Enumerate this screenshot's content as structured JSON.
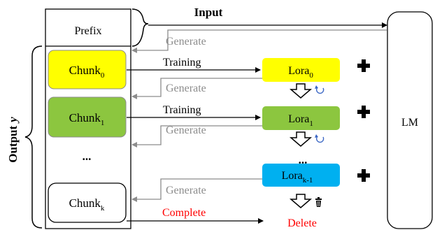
{
  "input_label": "Input",
  "output_label": "Output",
  "output_symbol": "y",
  "prefix_label": "Prefix",
  "lm_label": "LM",
  "ellipsis": "...",
  "chunks": [
    {
      "name": "Chunk",
      "sub": "0",
      "fill": "#ffff00"
    },
    {
      "name": "Chunk",
      "sub": "1",
      "fill": "#8cc63f"
    },
    {
      "name": "Chunk",
      "sub": "k",
      "fill": "#ffffff"
    }
  ],
  "loras": [
    {
      "name": "Lora",
      "sub": "0",
      "fill": "#ffff00"
    },
    {
      "name": "Lora",
      "sub": "1",
      "fill": "#8cc63f"
    },
    {
      "name": "Lora",
      "sub": "k-1",
      "fill": "#00b0f0"
    }
  ],
  "generate_label": "Generate",
  "training_label": "Training",
  "complete_label": "Complete",
  "delete_label": "Delete",
  "colors": {
    "gray_text": "#8c8c8c",
    "red_text": "#ff0000",
    "plus": "#000000",
    "refresh": "#3a66c4"
  },
  "icons": {
    "plus": "plus-icon",
    "refresh": "refresh-icon",
    "trash": "trash-icon",
    "down_arrow": "hollow-down-arrow-icon"
  }
}
